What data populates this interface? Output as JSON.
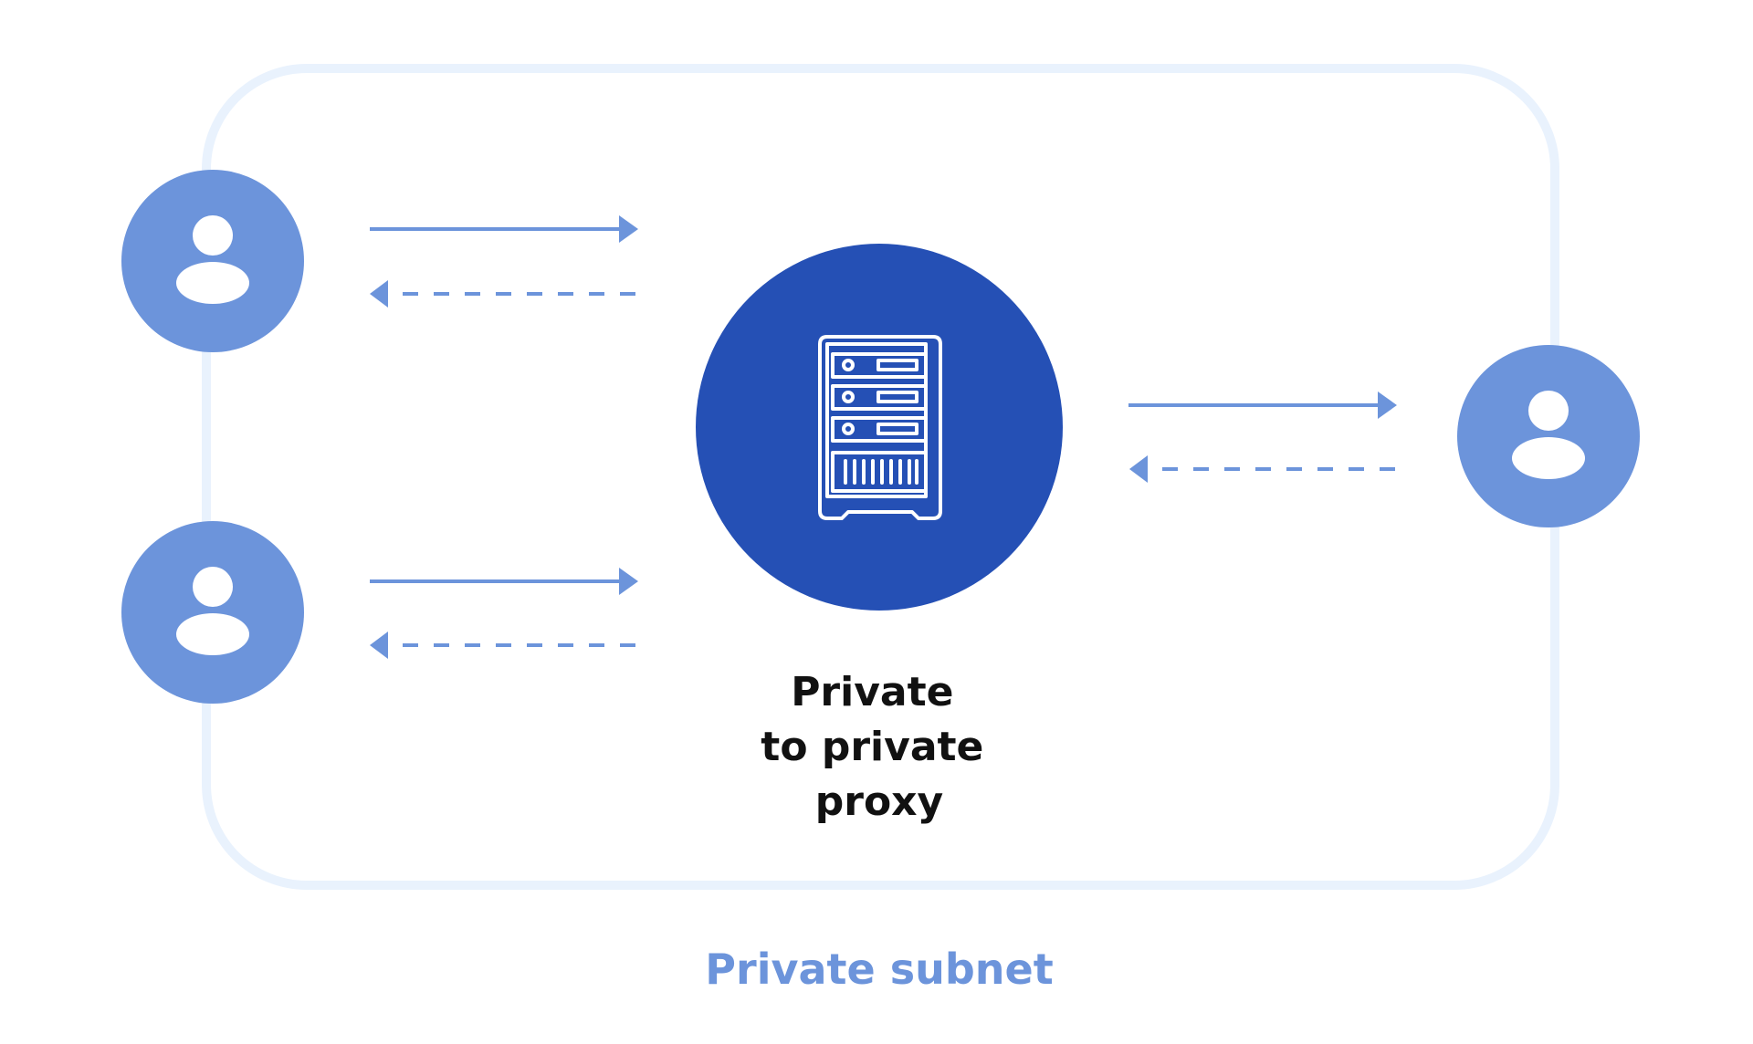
{
  "proxy": {
    "label_lines": [
      "Private",
      "to private",
      "proxy"
    ],
    "icon": "server-rack-icon"
  },
  "subnet": {
    "label": "Private subnet"
  },
  "users": [
    {
      "icon": "user-icon"
    },
    {
      "icon": "user-icon"
    },
    {
      "icon": "user-icon"
    }
  ],
  "colors": {
    "proxy_fill": "#2550b5",
    "user_fill": "#6c94db",
    "arrow": "#6c94db",
    "subnet_border": "#e9f2fd",
    "subnet_label": "#6c94db",
    "proxy_label": "#111111"
  }
}
